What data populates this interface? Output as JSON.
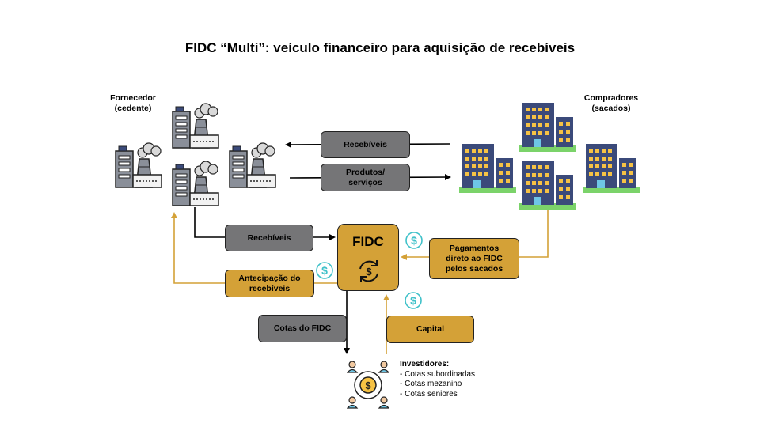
{
  "title": "FIDC “Multi”: veículo financeiro para aquisição de recebíveis",
  "labels": {
    "supplier_line1": "Fornecedor",
    "supplier_line2": "(cedente)",
    "buyers_line1": "Compradores",
    "buyers_line2": "(sacados)"
  },
  "boxes": {
    "recebiveis_top": "Recebíveis",
    "produtos_line1": "Produtos/",
    "produtos_line2": "serviços",
    "recebiveis_mid": "Recebíveis",
    "antecipacao_line1": "Antecipação do",
    "antecipacao_line2": "recebíveis",
    "pagamentos_line1": "Pagamentos",
    "pagamentos_line2": "direto ao FIDC",
    "pagamentos_line3": "pelos sacados",
    "cotas": "Cotas do FIDC",
    "capital": "Capital"
  },
  "fidc": {
    "label": "FIDC"
  },
  "investors": {
    "heading": "Investidores:",
    "items": [
      "- Cotas subordinadas",
      "- Cotas mezanino",
      "- Cotas seniores"
    ]
  },
  "icons": {
    "factory": "factory-icon",
    "office_building": "office-building-icon",
    "dollar_coin": "dollar-coin-icon",
    "refresh_dollar": "refresh-dollar-icon",
    "investors_group": "investors-group-icon"
  },
  "colors": {
    "gold": "#d4a137",
    "gray_box": "#757577",
    "teal_dollar": "#3fc1c9",
    "building_navy": "#3b4a7a",
    "window_yellow": "#f6c244",
    "grass_green": "#7bd36a",
    "factory_gray": "#8a8f99"
  }
}
